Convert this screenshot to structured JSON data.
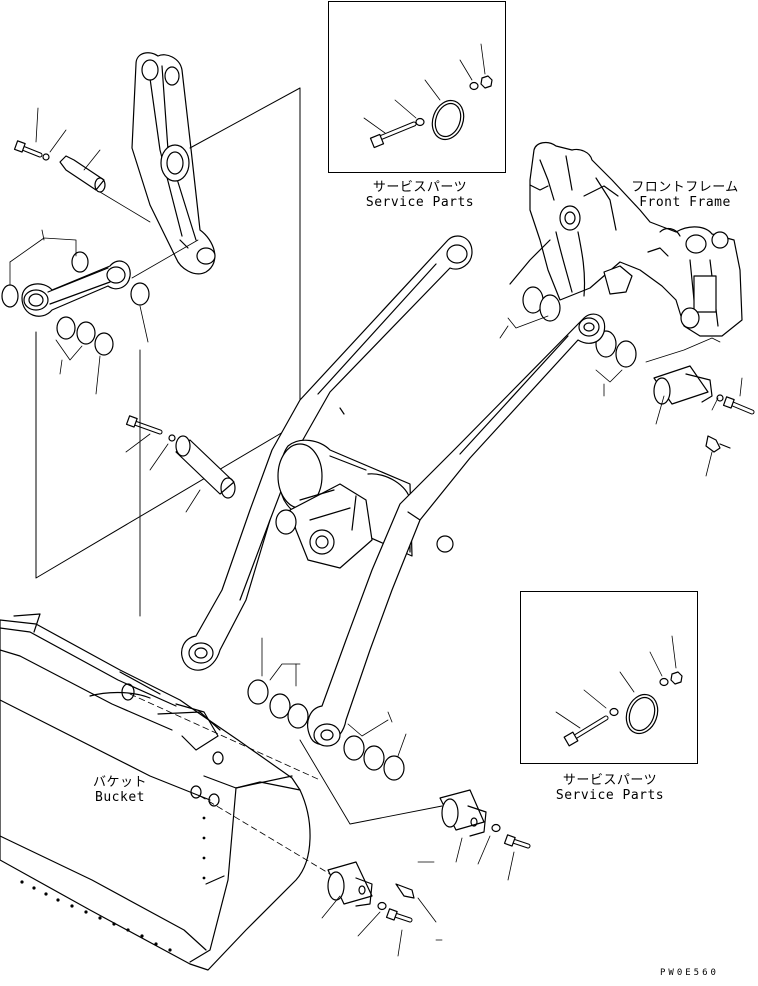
{
  "labels": {
    "service_parts_top": {
      "ja": "サービスパーツ",
      "en": "Service Parts"
    },
    "service_parts_right": {
      "ja": "サービスパーツ",
      "en": "Service Parts"
    },
    "front_frame": {
      "ja": "フロントフレーム",
      "en": "Front Frame"
    },
    "bucket": {
      "ja": "バケット",
      "en": "Bucket"
    }
  },
  "figure_code": "PW0E560"
}
